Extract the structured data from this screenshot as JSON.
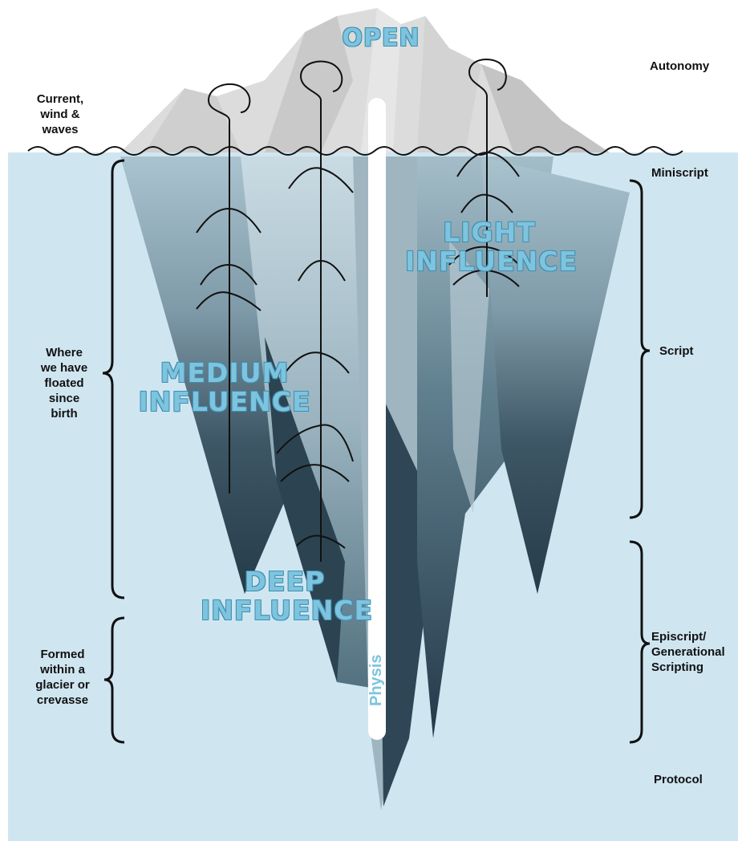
{
  "diagram": {
    "top_title": "OPEN",
    "zones": {
      "light": "LIGHT\nINFLUENCE",
      "medium": "MEDIUM\nINFLUENCE",
      "deep": "DEEP\nINFLUENCE"
    },
    "pillar_label": "Physis",
    "left_labels": {
      "surface": "Current,\nwind &\nwaves",
      "floated": "Where\nwe have\nfloated\nsince\nbirth",
      "formed": "Formed\nwithin a\nglacier or\ncrevasse"
    },
    "right_labels": {
      "autonomy": "Autonomy",
      "miniscript": "Miniscript",
      "script": "Script",
      "episcript": "Episcript/\nGenerational\nScripting",
      "protocol": "Protocol"
    },
    "colors": {
      "water": "#cfe6f1",
      "ice_top": "#e0e0e0",
      "ice_dark": "#2a3f4c",
      "accent_text": "#7ec4df"
    }
  }
}
